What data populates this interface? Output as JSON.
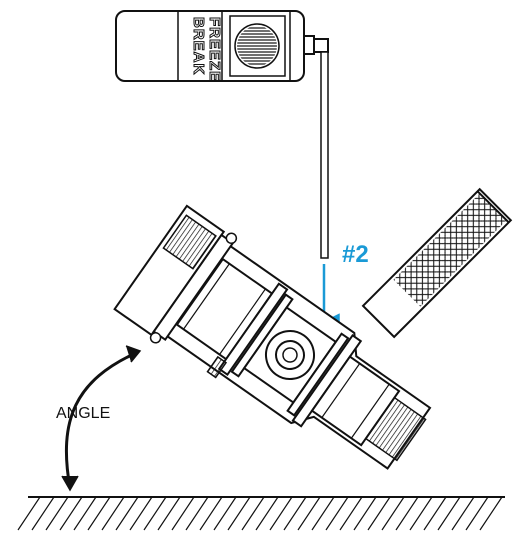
{
  "can": {
    "brand_line1": "BREAK",
    "brand_line2": "FREEZE"
  },
  "step": {
    "label": "#2"
  },
  "angle": {
    "label": "ANGLE"
  },
  "colors": {
    "accent": "#1a9ad6",
    "ink": "#111111",
    "background": "#ffffff"
  },
  "icons": {
    "spray_can": "spray-can-icon",
    "arrow": "down-arrow-icon"
  }
}
